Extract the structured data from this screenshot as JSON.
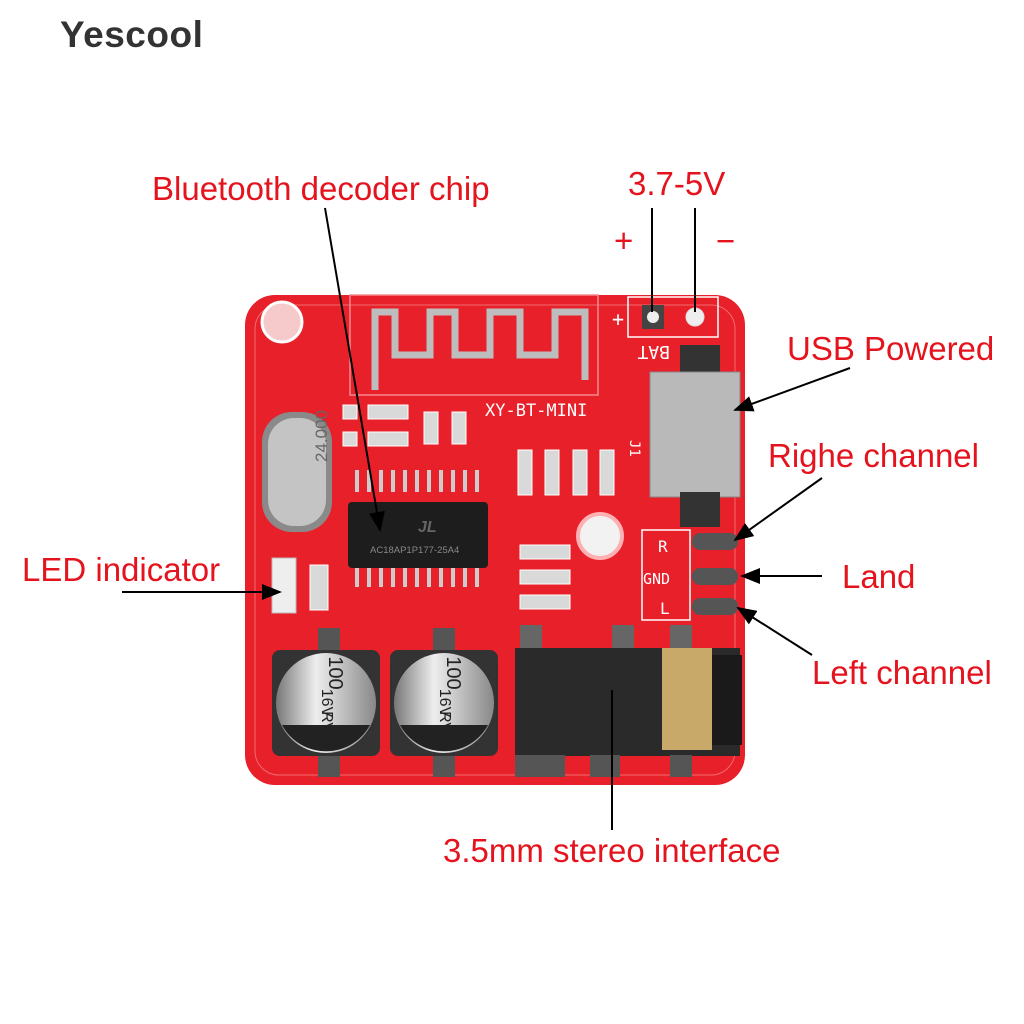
{
  "brand": "Yescool",
  "labels": {
    "chip": "Bluetooth decoder chip",
    "voltage": "3.7-5V",
    "plus": "+",
    "minus": "−",
    "usb": "USB Powered",
    "right": "Righe channel",
    "ground": "Land",
    "left": "Left channel",
    "led": "LED indicator",
    "jack": "3.5mm stereo interface"
  },
  "board": {
    "model": "XY-BT-MINI",
    "bat": "BAT",
    "j1": "J1",
    "crystal": "24.000",
    "chip_text": "AC18AP1P177-25A4",
    "chip_logo": "JL",
    "pin_r": "R",
    "pin_gnd": "GND",
    "pin_l": "L",
    "cap_value": "100",
    "cap_voltage": "16V",
    "cap_series": "RVT",
    "board_color": "#e8202a"
  }
}
